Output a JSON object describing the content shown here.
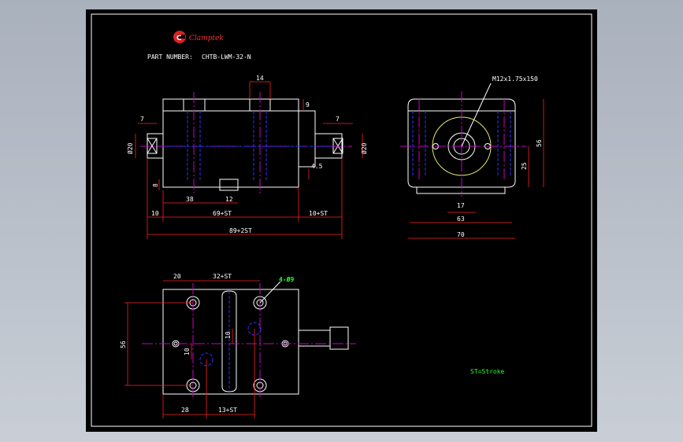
{
  "title_block": {
    "brand": "Clamptek",
    "brand_mark": "C",
    "part_label": "PART NUMBER:",
    "part_number": "CHTB-LWM-32-N"
  },
  "dimensions": {
    "top_14": "14",
    "top_9": "9",
    "left_7": "7",
    "right_7": "7",
    "left_dia20": "Ø20",
    "right_dia20": "Ø20",
    "d_8": "8",
    "d_4_5": "4.5",
    "d_38": "38",
    "d_12": "12",
    "d_10a": "10",
    "d_69st": "69+ST",
    "d_10st": "10+ST",
    "d_89st": "89+2ST",
    "thread": "M12x1.75x150",
    "d_56": "56",
    "d_25": "25",
    "d_17": "17",
    "d_63": "63",
    "d_70": "70",
    "d_20": "20",
    "d_32st": "32+ST",
    "holes": "4-Ø9",
    "d_56b": "56",
    "d_10b": "10",
    "d_10c": "10",
    "d_28": "28",
    "d_13st": "13+ST"
  },
  "note": "ST=Stroke",
  "colors": {
    "background": "#000000",
    "outline": "#ffffff",
    "centerline": "#c800c8",
    "dimension": "#ff2020",
    "hidden": "#3030ff",
    "text": "#ffffff",
    "note_text": "#23ff23"
  }
}
